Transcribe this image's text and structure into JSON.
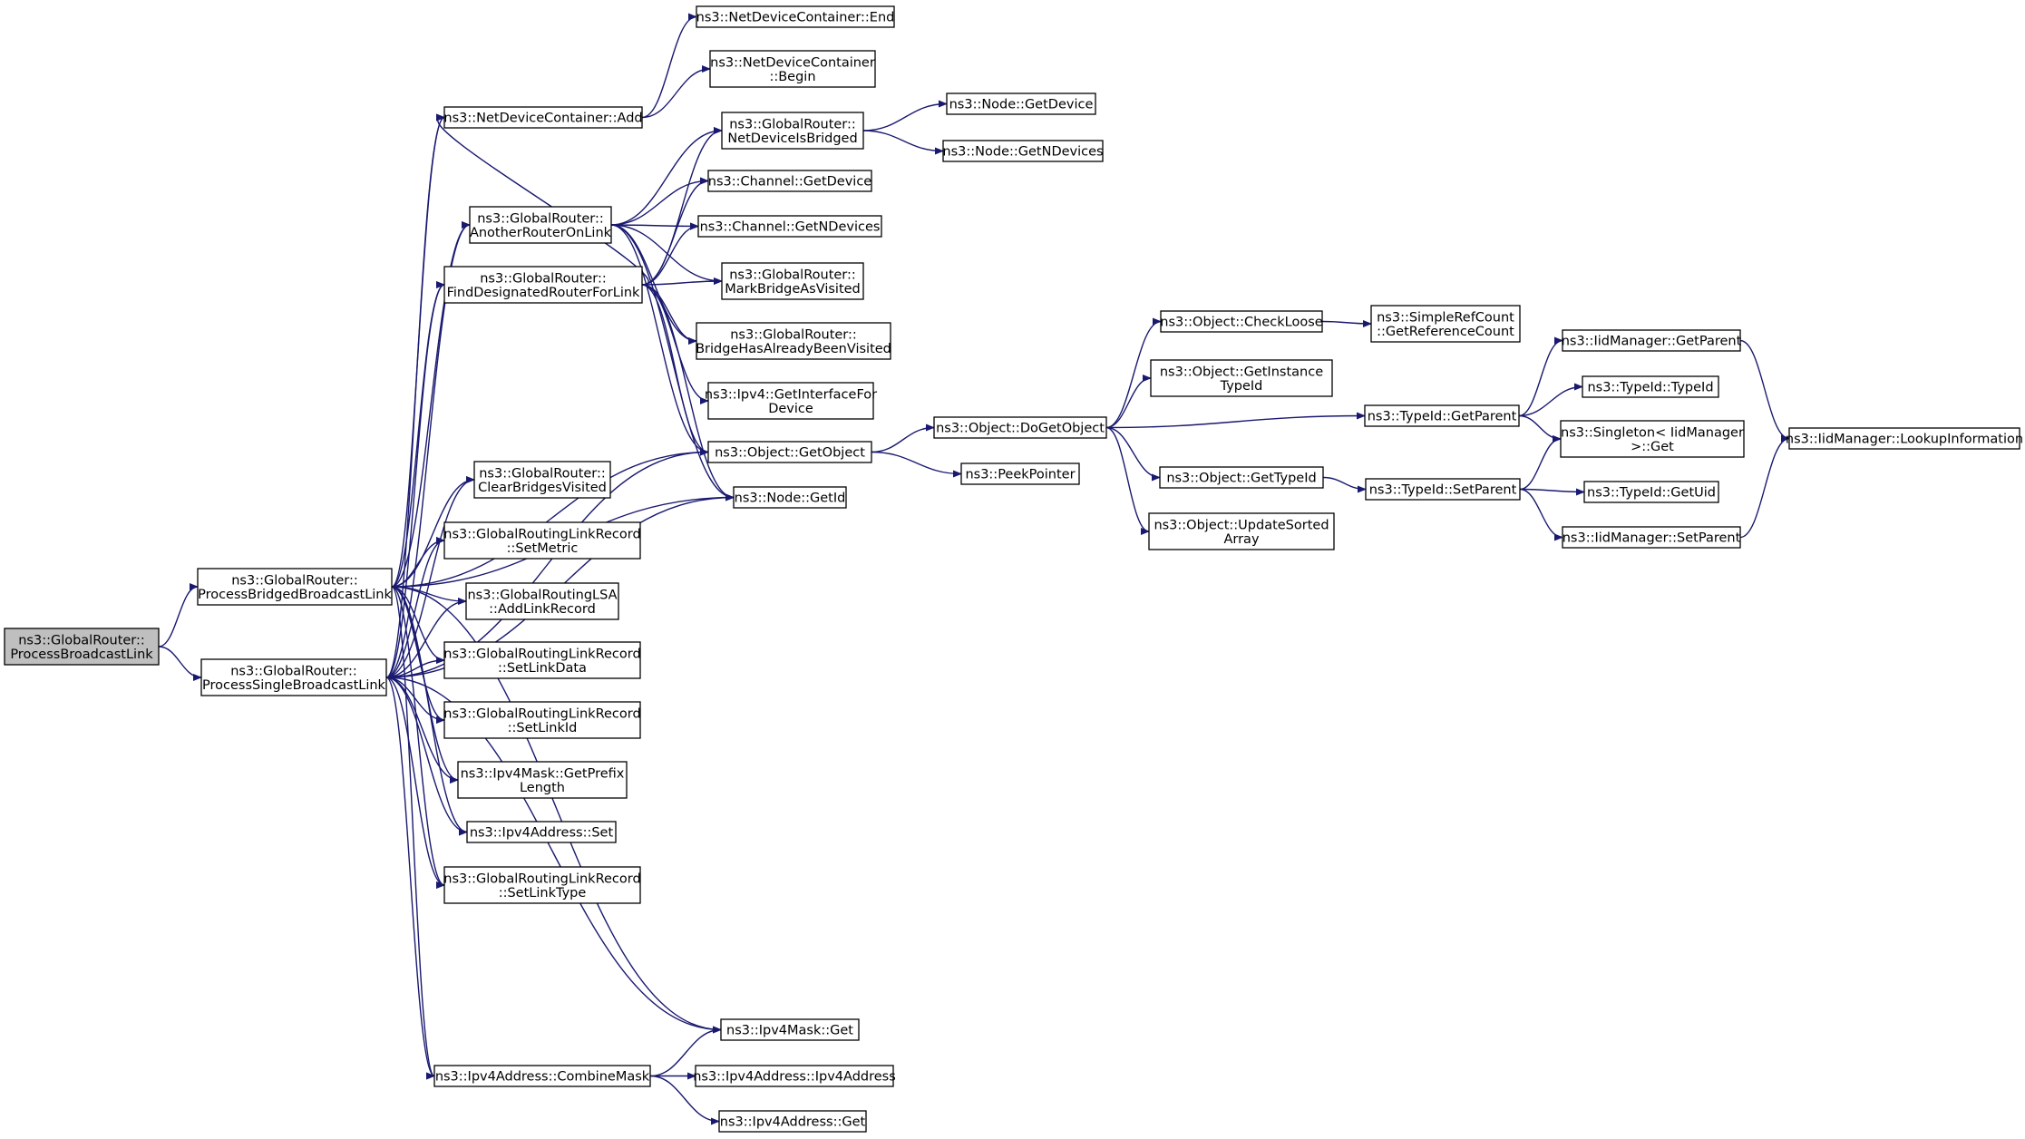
{
  "colors": {
    "edge": "#191970",
    "node_border": "#000000",
    "node_fill": "#ffffff",
    "root_fill": "#bfbfbf",
    "text": "#000000"
  },
  "nodes": [
    {
      "id": "root",
      "lines": [
        "ns3::GlobalRouter::",
        "ProcessBroadcastLink"
      ],
      "root": true
    },
    {
      "id": "pbbl",
      "lines": [
        "ns3::GlobalRouter::",
        "ProcessBridgedBroadcastLink"
      ]
    },
    {
      "id": "psbl",
      "lines": [
        "ns3::GlobalRouter::",
        "ProcessSingleBroadcastLink"
      ]
    },
    {
      "id": "ndc_add",
      "lines": [
        "ns3::NetDeviceContainer::Add"
      ]
    },
    {
      "id": "ndc_end",
      "lines": [
        "ns3::NetDeviceContainer::End"
      ]
    },
    {
      "id": "ndc_begin",
      "lines": [
        "ns3::NetDeviceContainer",
        "::Begin"
      ]
    },
    {
      "id": "aro",
      "lines": [
        "ns3::GlobalRouter::",
        "AnotherRouterOnLink"
      ]
    },
    {
      "id": "fdr",
      "lines": [
        "ns3::GlobalRouter::",
        "FindDesignatedRouterForLink"
      ]
    },
    {
      "id": "ndib",
      "lines": [
        "ns3::GlobalRouter::",
        "NetDeviceIsBridged"
      ]
    },
    {
      "id": "node_getdev",
      "lines": [
        "ns3::Node::GetDevice"
      ]
    },
    {
      "id": "node_getndev",
      "lines": [
        "ns3::Node::GetNDevices"
      ]
    },
    {
      "id": "ch_getdev",
      "lines": [
        "ns3::Channel::GetDevice"
      ]
    },
    {
      "id": "ch_getndev",
      "lines": [
        "ns3::Channel::GetNDevices"
      ]
    },
    {
      "id": "mbav",
      "lines": [
        "ns3::GlobalRouter::",
        "MarkBridgeAsVisited"
      ]
    },
    {
      "id": "bhabv",
      "lines": [
        "ns3::GlobalRouter::",
        "BridgeHasAlreadyBeenVisited"
      ]
    },
    {
      "id": "ipv4_gif",
      "lines": [
        "ns3::Ipv4::GetInterfaceFor",
        "Device"
      ]
    },
    {
      "id": "obj_getobj",
      "lines": [
        "ns3::Object::GetObject"
      ]
    },
    {
      "id": "node_getid",
      "lines": [
        "ns3::Node::GetId"
      ]
    },
    {
      "id": "cbv",
      "lines": [
        "ns3::GlobalRouter::",
        "ClearBridgesVisited"
      ]
    },
    {
      "id": "glr_setmetric",
      "lines": [
        "ns3::GlobalRoutingLinkRecord",
        "::SetMetric"
      ]
    },
    {
      "id": "lsa_add",
      "lines": [
        "ns3::GlobalRoutingLSA",
        "::AddLinkRecord"
      ]
    },
    {
      "id": "glr_setlinkdata",
      "lines": [
        "ns3::GlobalRoutingLinkRecord",
        "::SetLinkData"
      ]
    },
    {
      "id": "glr_setlinkid",
      "lines": [
        "ns3::GlobalRoutingLinkRecord",
        "::SetLinkId"
      ]
    },
    {
      "id": "mask_prefix",
      "lines": [
        "ns3::Ipv4Mask::GetPrefix",
        "Length"
      ]
    },
    {
      "id": "addr_set",
      "lines": [
        "ns3::Ipv4Address::Set"
      ]
    },
    {
      "id": "glr_setlinktype",
      "lines": [
        "ns3::GlobalRoutingLinkRecord",
        "::SetLinkType"
      ]
    },
    {
      "id": "mask_get",
      "lines": [
        "ns3::Ipv4Mask::Get"
      ]
    },
    {
      "id": "addr_combine",
      "lines": [
        "ns3::Ipv4Address::CombineMask"
      ]
    },
    {
      "id": "addr_ctor",
      "lines": [
        "ns3::Ipv4Address::Ipv4Address"
      ]
    },
    {
      "id": "addr_get",
      "lines": [
        "ns3::Ipv4Address::Get"
      ]
    },
    {
      "id": "obj_dogetobj",
      "lines": [
        "ns3::Object::DoGetObject"
      ]
    },
    {
      "id": "peek",
      "lines": [
        "ns3::PeekPointer"
      ]
    },
    {
      "id": "obj_checkloose",
      "lines": [
        "ns3::Object::CheckLoose"
      ]
    },
    {
      "id": "src_getref",
      "lines": [
        "ns3::SimpleRefCount",
        "::GetReferenceCount"
      ]
    },
    {
      "id": "obj_getinst",
      "lines": [
        "ns3::Object::GetInstance",
        "TypeId"
      ]
    },
    {
      "id": "obj_gettypeid",
      "lines": [
        "ns3::Object::GetTypeId"
      ]
    },
    {
      "id": "obj_updsorted",
      "lines": [
        "ns3::Object::UpdateSorted",
        "Array"
      ]
    },
    {
      "id": "tid_getparent",
      "lines": [
        "ns3::TypeId::GetParent"
      ]
    },
    {
      "id": "tid_setparent",
      "lines": [
        "ns3::TypeId::SetParent"
      ]
    },
    {
      "id": "iid_getparent",
      "lines": [
        "ns3::IidManager::GetParent"
      ]
    },
    {
      "id": "tid_typeid",
      "lines": [
        "ns3::TypeId::TypeId"
      ]
    },
    {
      "id": "singleton_get",
      "lines": [
        "ns3::Singleton< IidManager",
        " >::Get"
      ]
    },
    {
      "id": "tid_getuid",
      "lines": [
        "ns3::TypeId::GetUid"
      ]
    },
    {
      "id": "iid_setparent",
      "lines": [
        "ns3::IidManager::SetParent"
      ]
    },
    {
      "id": "iid_lookup",
      "lines": [
        "ns3::IidManager::LookupInformation"
      ]
    }
  ],
  "edges": [
    [
      "root",
      "pbbl"
    ],
    [
      "root",
      "psbl"
    ],
    [
      "pbbl",
      "ndc_add"
    ],
    [
      "pbbl",
      "aro"
    ],
    [
      "pbbl",
      "fdr"
    ],
    [
      "pbbl",
      "obj_getobj"
    ],
    [
      "pbbl",
      "node_getid"
    ],
    [
      "pbbl",
      "cbv"
    ],
    [
      "pbbl",
      "glr_setmetric"
    ],
    [
      "pbbl",
      "lsa_add"
    ],
    [
      "pbbl",
      "glr_setlinkdata"
    ],
    [
      "pbbl",
      "glr_setlinkid"
    ],
    [
      "pbbl",
      "mask_prefix"
    ],
    [
      "pbbl",
      "addr_set"
    ],
    [
      "pbbl",
      "glr_setlinktype"
    ],
    [
      "pbbl",
      "mask_get"
    ],
    [
      "pbbl",
      "addr_combine"
    ],
    [
      "psbl",
      "ndc_add"
    ],
    [
      "psbl",
      "aro"
    ],
    [
      "psbl",
      "fdr"
    ],
    [
      "psbl",
      "obj_getobj"
    ],
    [
      "psbl",
      "node_getid"
    ],
    [
      "psbl",
      "cbv"
    ],
    [
      "psbl",
      "glr_setmetric"
    ],
    [
      "psbl",
      "lsa_add"
    ],
    [
      "psbl",
      "glr_setlinkdata"
    ],
    [
      "psbl",
      "glr_setlinkid"
    ],
    [
      "psbl",
      "mask_prefix"
    ],
    [
      "psbl",
      "addr_set"
    ],
    [
      "psbl",
      "glr_setlinktype"
    ],
    [
      "psbl",
      "mask_get"
    ],
    [
      "psbl",
      "addr_combine"
    ],
    [
      "ndc_add",
      "ndc_end"
    ],
    [
      "ndc_add",
      "ndc_begin"
    ],
    [
      "aro",
      "ndib"
    ],
    [
      "aro",
      "ch_getdev"
    ],
    [
      "aro",
      "ch_getndev"
    ],
    [
      "aro",
      "mbav"
    ],
    [
      "aro",
      "bhabv"
    ],
    [
      "aro",
      "obj_getobj"
    ],
    [
      "aro",
      "node_getid"
    ],
    [
      "fdr",
      "ndib"
    ],
    [
      "fdr",
      "ch_getdev"
    ],
    [
      "fdr",
      "ch_getndev"
    ],
    [
      "fdr",
      "mbav"
    ],
    [
      "fdr",
      "bhabv"
    ],
    [
      "fdr",
      "ipv4_gif"
    ],
    [
      "fdr",
      "obj_getobj"
    ],
    [
      "fdr",
      "node_getid"
    ],
    [
      "fdr",
      "ndc_add"
    ],
    [
      "ndib",
      "node_getdev"
    ],
    [
      "ndib",
      "node_getndev"
    ],
    [
      "obj_getobj",
      "obj_dogetobj"
    ],
    [
      "obj_getobj",
      "peek"
    ],
    [
      "obj_dogetobj",
      "obj_checkloose"
    ],
    [
      "obj_dogetobj",
      "obj_getinst"
    ],
    [
      "obj_dogetobj",
      "tid_getparent"
    ],
    [
      "obj_dogetobj",
      "obj_gettypeid"
    ],
    [
      "obj_dogetobj",
      "obj_updsorted"
    ],
    [
      "obj_checkloose",
      "src_getref"
    ],
    [
      "obj_gettypeid",
      "tid_setparent"
    ],
    [
      "tid_getparent",
      "iid_getparent"
    ],
    [
      "tid_getparent",
      "tid_typeid"
    ],
    [
      "tid_getparent",
      "singleton_get"
    ],
    [
      "tid_setparent",
      "singleton_get"
    ],
    [
      "tid_setparent",
      "tid_getuid"
    ],
    [
      "tid_setparent",
      "iid_setparent"
    ],
    [
      "iid_getparent",
      "iid_lookup"
    ],
    [
      "iid_setparent",
      "iid_lookup"
    ],
    [
      "addr_combine",
      "mask_get"
    ],
    [
      "addr_combine",
      "addr_ctor"
    ],
    [
      "addr_combine",
      "addr_get"
    ]
  ]
}
